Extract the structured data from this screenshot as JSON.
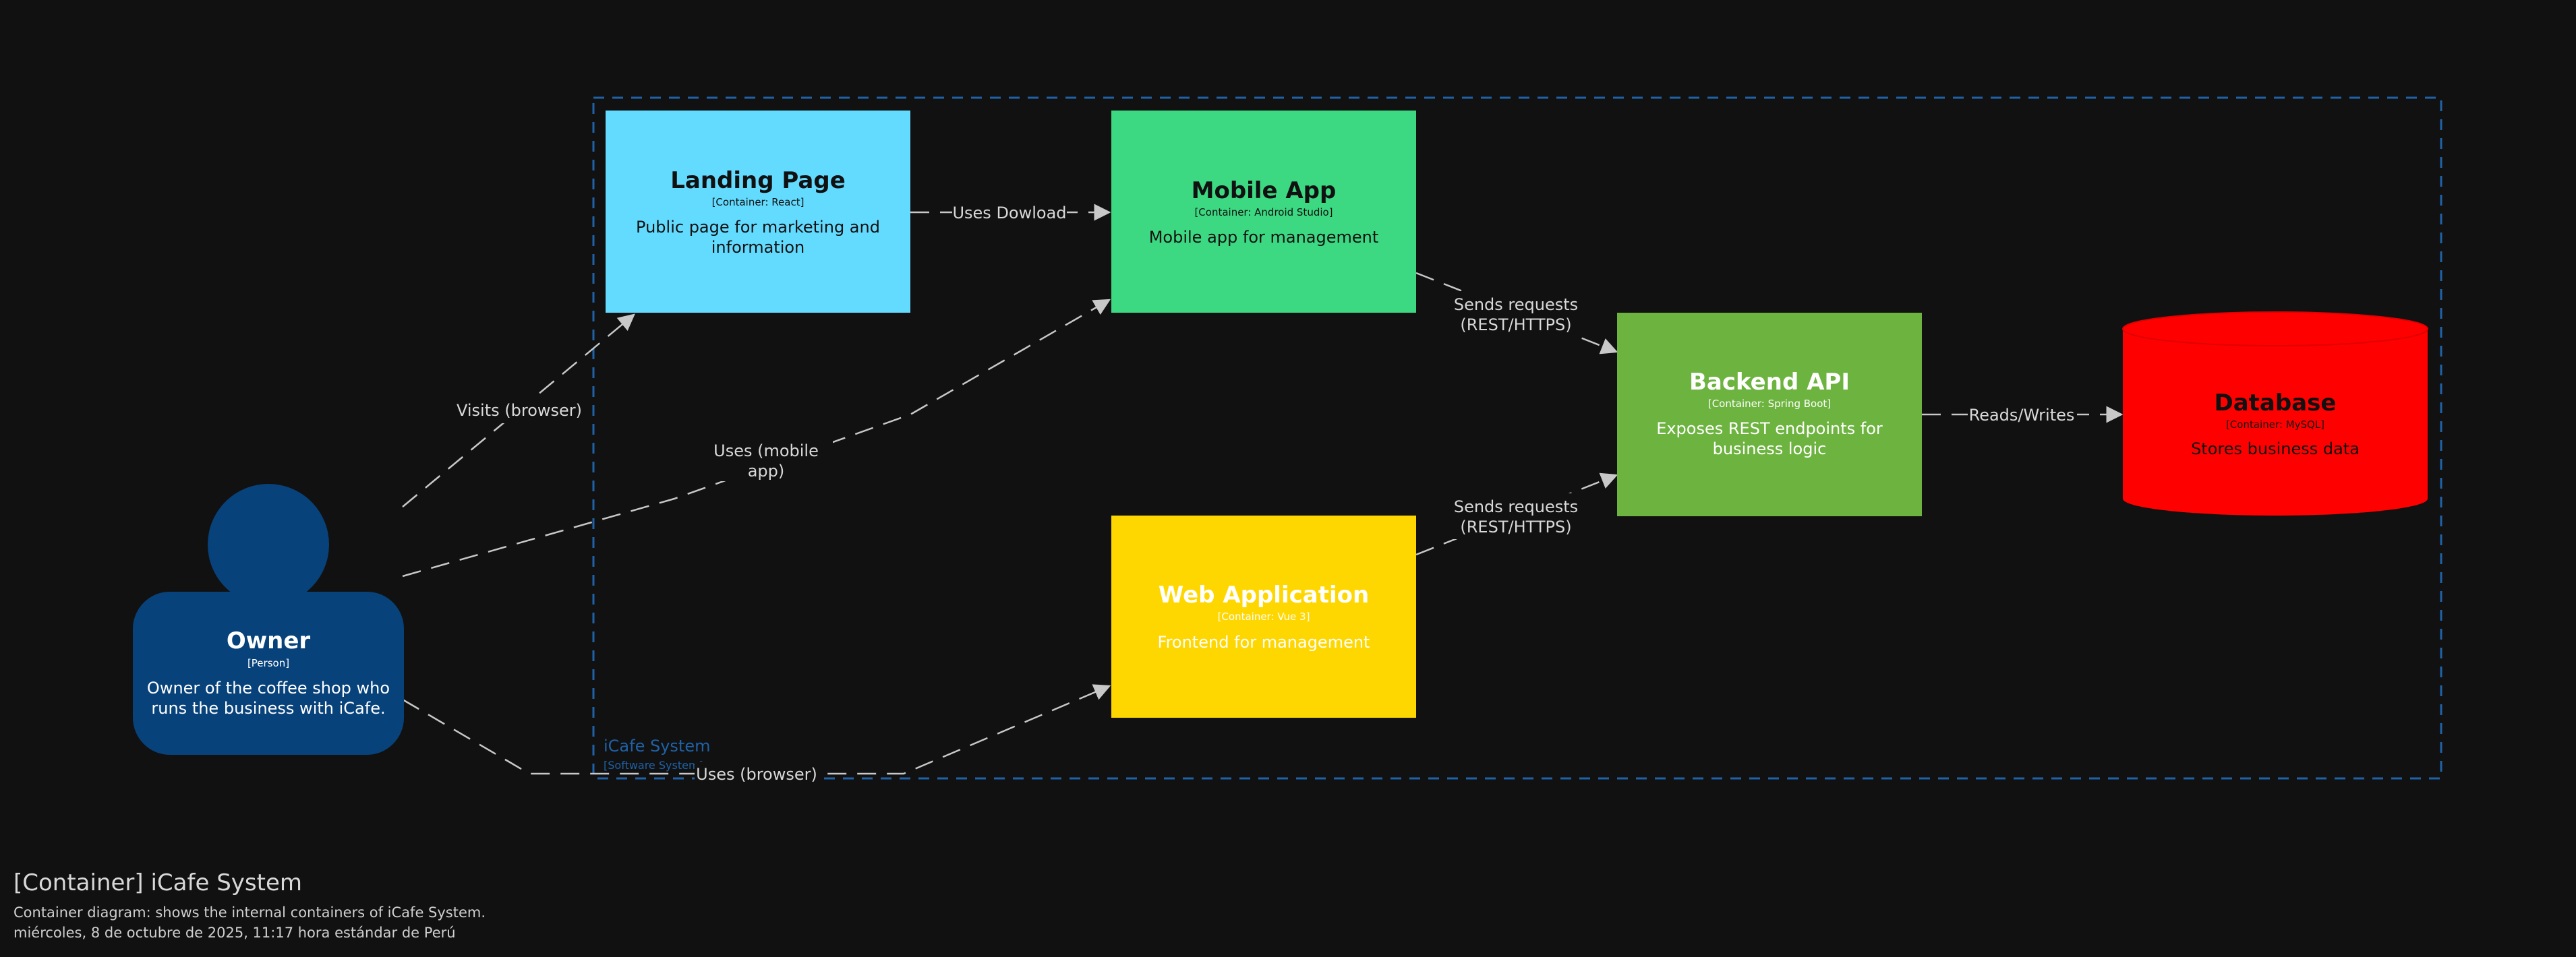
{
  "colors": {
    "background": "#111111",
    "owner": "#08427B",
    "landing_page": "#63DBFF",
    "mobile_app": "#3CD982",
    "web_application": "#FFD700",
    "backend_api": "#6DB33F",
    "database": "#FF0000",
    "boundary": "#1F62A8",
    "edge": "#C8C8C8"
  },
  "boundary": {
    "name": "iCafe System",
    "type": "[Software System]"
  },
  "owner": {
    "title": "Owner",
    "type": "[Person]",
    "description": "Owner of the coffee shop who runs the business with iCafe.",
    "icon": "person-icon"
  },
  "landing_page": {
    "title": "Landing Page",
    "type": "[Container: React]",
    "description": "Public page for marketing and information"
  },
  "mobile_app": {
    "title": "Mobile App",
    "type": "[Container: Android Studio]",
    "description": "Mobile app for management"
  },
  "web_application": {
    "title": "Web Application",
    "type": "[Container: Vue 3]",
    "description": "Frontend for management"
  },
  "backend_api": {
    "title": "Backend API",
    "type": "[Container: Spring Boot]",
    "description": "Exposes REST endpoints for business logic"
  },
  "database": {
    "title": "Database",
    "type": "[Container: MySQL]",
    "description": "Stores business data",
    "icon": "database-cylinder-icon"
  },
  "edges": {
    "owner_landing": "Visits (browser)",
    "owner_mobile": "Uses (mobile app)",
    "owner_web": "Uses (browser)",
    "landing_mobile": "Uses Dowload",
    "mobile_backend": "Sends requests (REST/HTTPS)",
    "web_backend": "Sends requests (REST/HTTPS)",
    "backend_database": "Reads/Writes"
  },
  "footer": {
    "title": "[Container] iCafe System",
    "description": "Container diagram: shows the internal containers of iCafe System.",
    "date": "miércoles, 8 de octubre de 2025, 11:17 hora estándar de Perú"
  }
}
